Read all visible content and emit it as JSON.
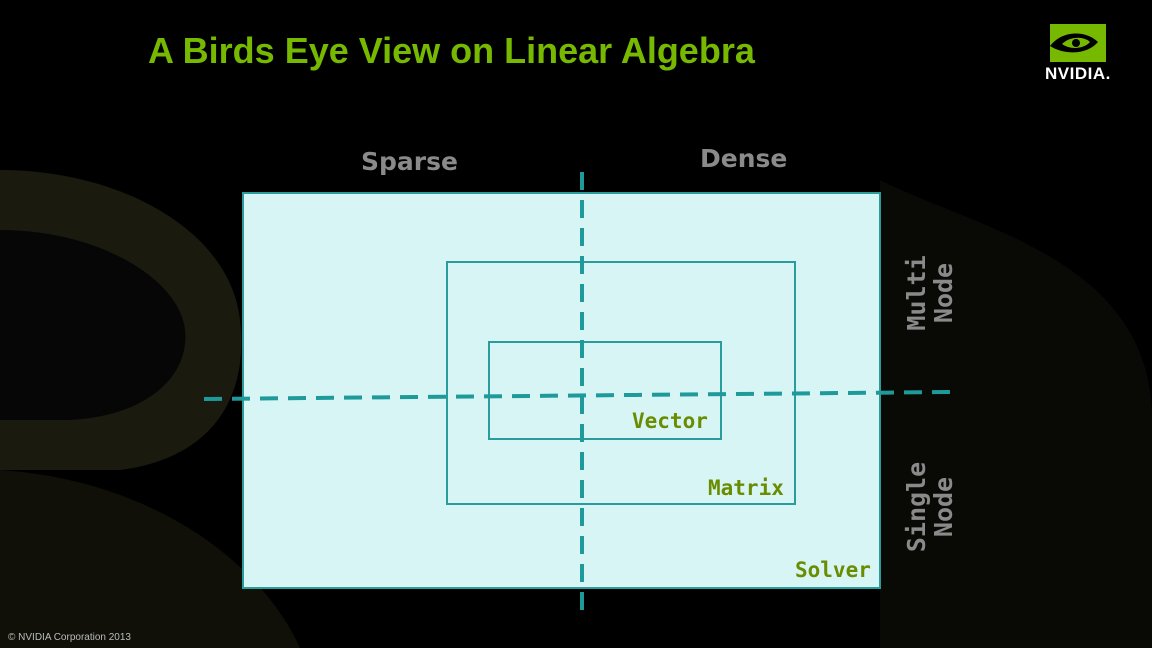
{
  "title": "A Birds Eye View on Linear Algebra",
  "logo_text": "NVIDIA.",
  "columns": {
    "left": "Sparse",
    "right": "Dense"
  },
  "rows": {
    "top": "Multi Node",
    "bottom": "Single Node"
  },
  "boxes": {
    "outer": "Solver",
    "middle": "Matrix",
    "inner": "Vector"
  },
  "footer": "© NVIDIA Corporation 2013",
  "colors": {
    "accent": "#76b900",
    "box_fill": "#d7f5f5",
    "box_border": "#2a9c9c",
    "divider": "#1e9a9a",
    "label_gray": "#8a8a8a",
    "box_label": "#6a8c00"
  }
}
